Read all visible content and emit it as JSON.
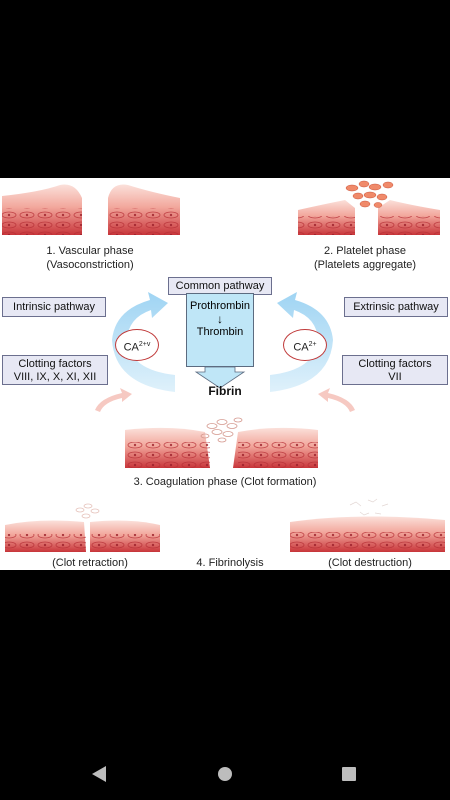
{
  "phase1": {
    "line1": "1. Vascular phase",
    "line2": "(Vasoconstriction)"
  },
  "phase2": {
    "line1": "2. Platelet phase",
    "line2": "(Platelets aggregate)"
  },
  "common_pathway": "Common pathway",
  "prothrombin": "Prothrombin",
  "thrombin": "Thrombin",
  "fibrin": "Fibrin",
  "intrinsic": "Intrinsic pathway",
  "extrinsic": "Extrinsic pathway",
  "ca_left": "CA",
  "ca_left_sup": "2+v",
  "ca_right": "CA",
  "ca_right_sup": "2+",
  "factors_left": {
    "line1": "Clotting factors",
    "line2": "VIII, IX, X, XI, XII"
  },
  "factors_right": {
    "line1": "Clotting factors",
    "line2": "VII"
  },
  "phase3": "3. Coagulation phase (Clot formation)",
  "clot_retraction": "(Clot retraction)",
  "fibrinolysis": "4. Fibrinolysis",
  "clot_destruction": "(Clot destruction)",
  "colors": {
    "tissue_dark": "#c9373a",
    "tissue_light": "#f2a9a0",
    "arrow_blue": "#a9d8f5",
    "arrow_pink": "#f6c9c2"
  }
}
